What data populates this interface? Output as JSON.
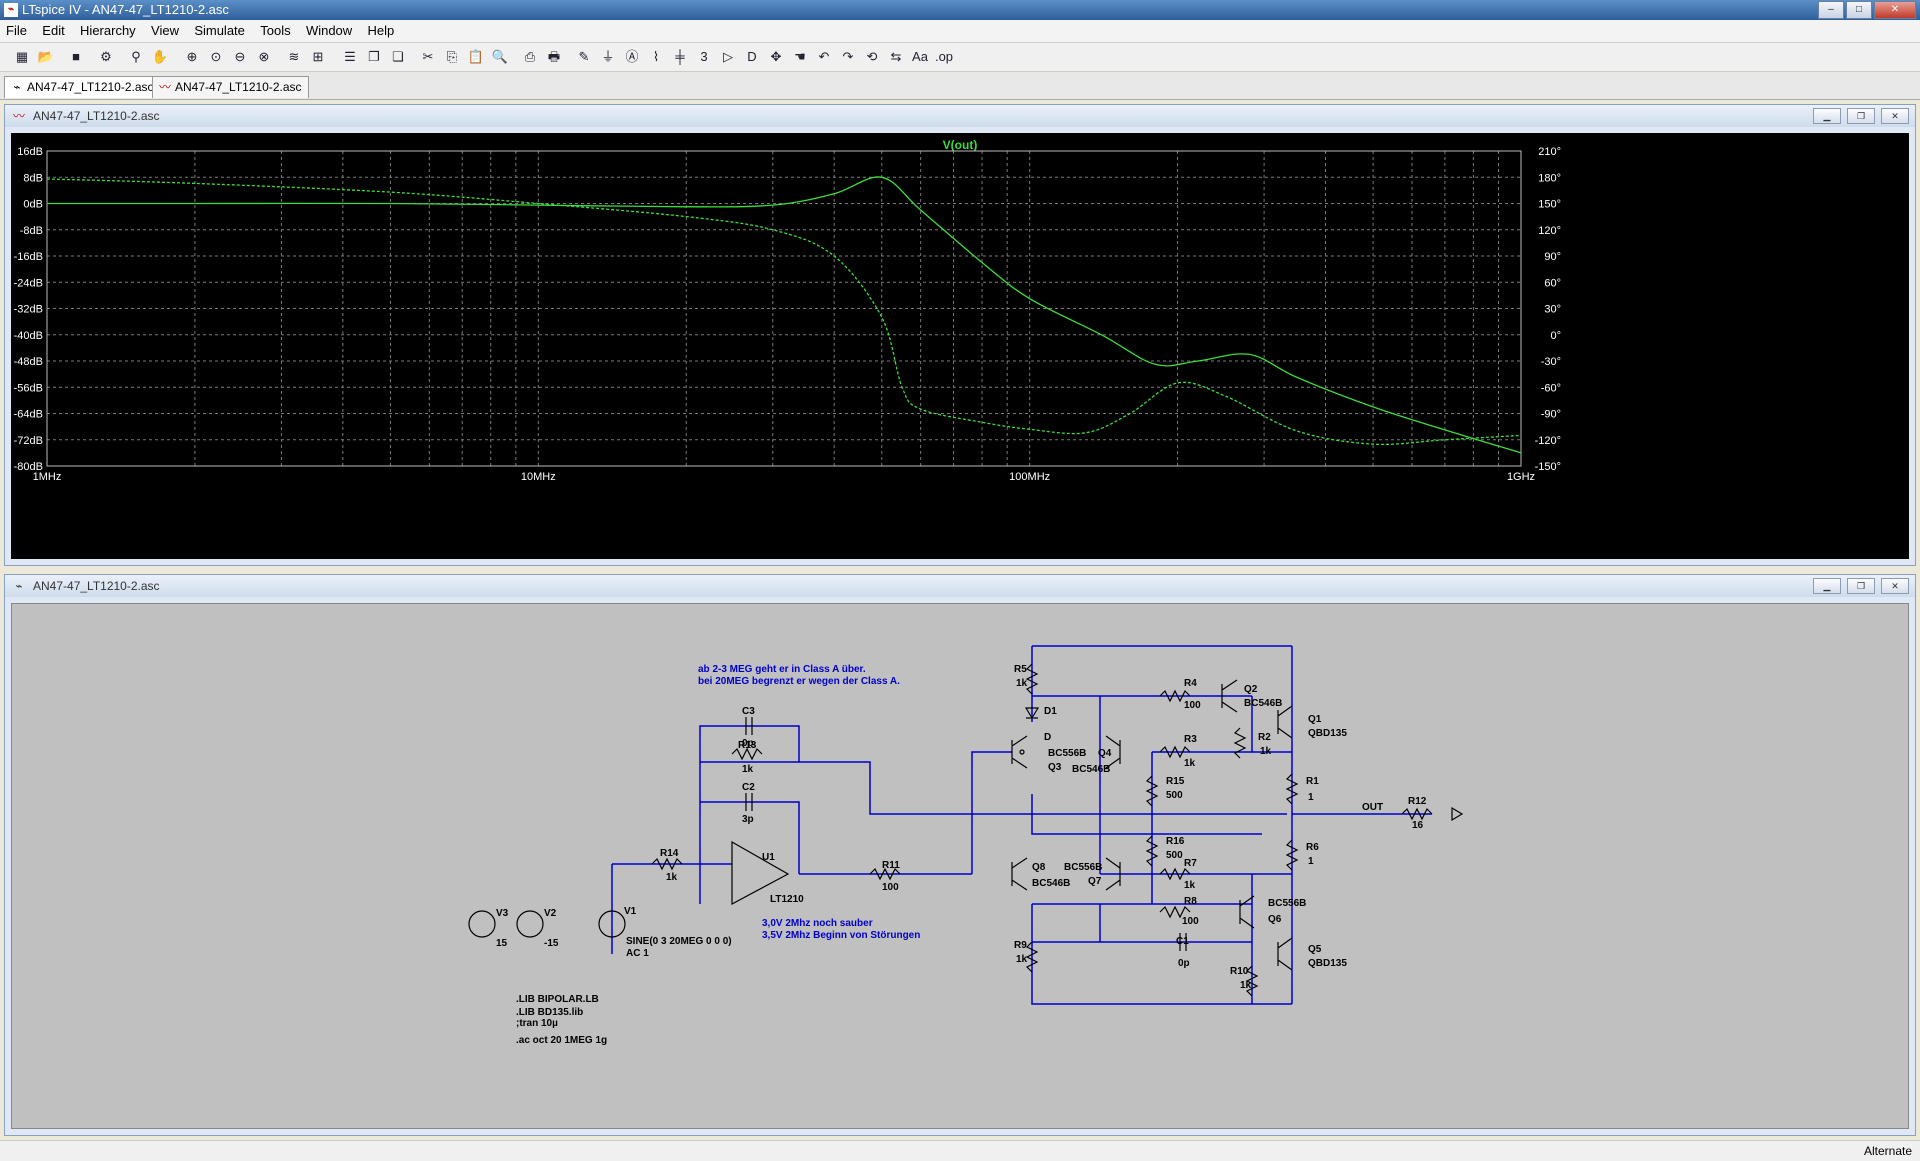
{
  "window": {
    "title": "LTspice IV - AN47-47_LT1210-2.asc",
    "minimize": "–",
    "maximize": "□",
    "close": "✕"
  },
  "menu": [
    "File",
    "Edit",
    "Hierarchy",
    "View",
    "Simulate",
    "Tools",
    "Window",
    "Help"
  ],
  "tabs": [
    {
      "label": "AN47-47_LT1210-2.asc",
      "icon": "schematic-icon"
    },
    {
      "label": "AN47-47_LT1210-2.asc",
      "icon": "waveform-icon"
    }
  ],
  "plot_window": {
    "title": "AN47-47_LT1210-2.asc",
    "trace_label": "V(out)"
  },
  "schematic_window": {
    "title": "AN47-47_LT1210-2.asc"
  },
  "chart_data": {
    "type": "line",
    "title": "V(out)",
    "x_scale": "log",
    "xlim": [
      1000000,
      1000000000
    ],
    "x_ticks": [
      "1MHz",
      "10MHz",
      "100MHz",
      "1GHz"
    ],
    "y_left_ticks": [
      "16dB",
      "8dB",
      "0dB",
      "-8dB",
      "-16dB",
      "-24dB",
      "-32dB",
      "-40dB",
      "-48dB",
      "-56dB",
      "-64dB",
      "-72dB",
      "-80dB"
    ],
    "ylim_left": [
      -80,
      16
    ],
    "y_right_ticks": [
      "210°",
      "180°",
      "150°",
      "120°",
      "90°",
      "60°",
      "30°",
      "0°",
      "-30°",
      "-60°",
      "-90°",
      "-120°",
      "-150°"
    ],
    "ylim_right": [
      -150,
      210
    ],
    "grid": true,
    "trace_color": "#3ddc3d",
    "series": [
      {
        "name": "V(out)",
        "kind": "magnitude_dB",
        "style": "solid",
        "x": [
          1000000.0,
          2000000.0,
          5000000.0,
          10000000.0,
          20000000.0,
          30000000.0,
          40000000.0,
          50000000.0,
          60000000.0,
          80000000.0,
          100000000.0,
          140000000.0,
          180000000.0,
          220000000.0,
          280000000.0,
          350000000.0,
          500000000.0,
          700000000.0,
          1000000000.0
        ],
        "y": [
          0,
          0,
          0,
          -0.5,
          -1,
          -0.5,
          3,
          8,
          -2,
          -18,
          -29,
          -40,
          -49,
          -48,
          -46,
          -53,
          -62,
          -69,
          -76
        ]
      },
      {
        "name": "V(out)",
        "kind": "phase_deg",
        "style": "dashed",
        "x": [
          1000000.0,
          2000000.0,
          5000000.0,
          10000000.0,
          20000000.0,
          30000000.0,
          40000000.0,
          50000000.0,
          55000000.0,
          60000000.0,
          80000000.0,
          100000000.0,
          130000000.0,
          160000000.0,
          200000000.0,
          250000000.0,
          350000000.0,
          500000000.0,
          700000000.0,
          1000000000.0
        ],
        "y": [
          178,
          173,
          163,
          150,
          135,
          120,
          90,
          20,
          -60,
          -85,
          -100,
          -108,
          -112,
          -90,
          -55,
          -70,
          -110,
          -125,
          -120,
          -115
        ]
      }
    ]
  },
  "schematic": {
    "notes": [
      "ab 2-3 MEG geht er in Class A über.",
      "bei 20MEG begrenzt er wegen der Class A.",
      "3,0V 2Mhz noch sauber",
      "3,5V 2Mhz Beginn von Störungen",
      ".LIB BIPOLAR.LB",
      ".LIB BD135.lib",
      ";tran 10µ",
      ".ac oct 20 1MEG 1g"
    ],
    "labels": {
      "C3": "C3",
      "C3v": "0p",
      "R13": "R13",
      "R13v": "1k",
      "C2": "C2",
      "C2v": "3p",
      "R14": "R14",
      "R14v": "1k",
      "U1": "U1",
      "U1v": "LT1210",
      "R11": "R11",
      "R11v": "100",
      "V1": "V1",
      "V1v": "SINE(0 3 20MEG 0 0 0)",
      "V1ac": "AC 1",
      "V2": "V2",
      "V2v": "-15",
      "V3": "V3",
      "V3v": "15",
      "R5": "R5",
      "R5v": "1k",
      "D1": "D1",
      "D1v": "D",
      "Q3": "Q3",
      "Q3v": "BC556B",
      "Q4": "Q4",
      "Q4v": "BC546B",
      "R4": "R4",
      "R4v": "100",
      "Q2": "Q2",
      "Q2v": "BC546B",
      "R2": "R2",
      "R2v": "1k",
      "Q1": "Q1",
      "Q1v": "QBD135",
      "R3": "R3",
      "R3v": "1k",
      "R15": "R15",
      "R15v": "500",
      "R1": "R1",
      "R1v": "1",
      "OUT": "OUT",
      "R12": "R12",
      "R12v": "16",
      "R16": "R16",
      "R16v": "500",
      "R6": "R6",
      "R6v": "1",
      "Q8": "Q8",
      "Q8v": "BC546B",
      "Q7": "Q7",
      "Q7v": "BC556B",
      "R7": "R7",
      "R7v": "1k",
      "R8": "R8",
      "R8v": "100",
      "Q6": "Q6",
      "Q6v": "BC556B",
      "C1": "C1",
      "C1v": "0p",
      "R9": "R9",
      "R9v": "1k",
      "R10": "R10",
      "R10v": "1k",
      "Q5": "Q5",
      "Q5v": "QBD135"
    }
  },
  "status": {
    "mode": "Alternate"
  }
}
